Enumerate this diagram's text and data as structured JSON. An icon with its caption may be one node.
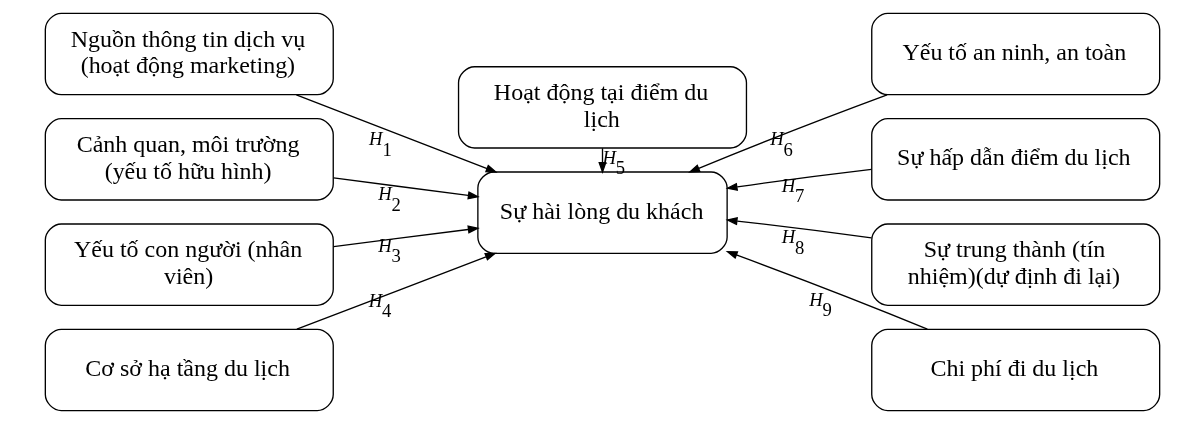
{
  "diagram": {
    "nodes": [
      {
        "text": [
          "Nguồn thông tin dịch vụ (hoạt động marketing)"
        ]
      },
      {
        "text": [
          "Cảnh quan, môi trường (yếu tố hữu hình)"
        ]
      },
      {
        "text": [
          "Yếu tố con người (nhân viên)"
        ]
      },
      {
        "text": [
          "Cơ sở hạ tầng du lịch"
        ]
      },
      {
        "text": [
          "Hoạt động tại điểm du lịch"
        ]
      },
      {
        "text": [
          "Sự hài lòng du khách"
        ]
      },
      {
        "text": [
          "Yếu tố an ninh, an toàn"
        ]
      },
      {
        "text": [
          "Sự hấp dẫn điểm du lịch"
        ]
      },
      {
        "text": [
          "Sự trung thành (tín nhiệm)(dự định đi lại)"
        ]
      },
      {
        "text": [
          "Chi phí đi du lịch"
        ]
      }
    ],
    "edges": [
      {
        "from": 0,
        "to": 5,
        "arrow": "to",
        "label": "H$_{1}$"
      },
      {
        "from": 1,
        "to": 5,
        "arrow": "to",
        "label": "H$_{2}$"
      },
      {
        "from": 2,
        "to": 5,
        "arrow": "to",
        "label": "H$_{3}$"
      },
      {
        "from": 3,
        "to": 5,
        "arrow": "to",
        "label": "H$_{4}$"
      },
      {
        "from": 4,
        "to": 5,
        "arrow": "to",
        "label": "H$_{5}$"
      },
      {
        "from": 6,
        "to": 5,
        "arrow": "to",
        "label": "H$_{6}$"
      },
      {
        "from": 7,
        "to": 5,
        "arrow": "to",
        "label": "H$_{7}$"
      },
      {
        "from": 8,
        "to": 5,
        "arrow": "to",
        "label": "H$_{8}$"
      },
      {
        "from": 9,
        "to": 5,
        "arrow": "to",
        "label": "H$_{9}$"
      }
    ]
  }
}
